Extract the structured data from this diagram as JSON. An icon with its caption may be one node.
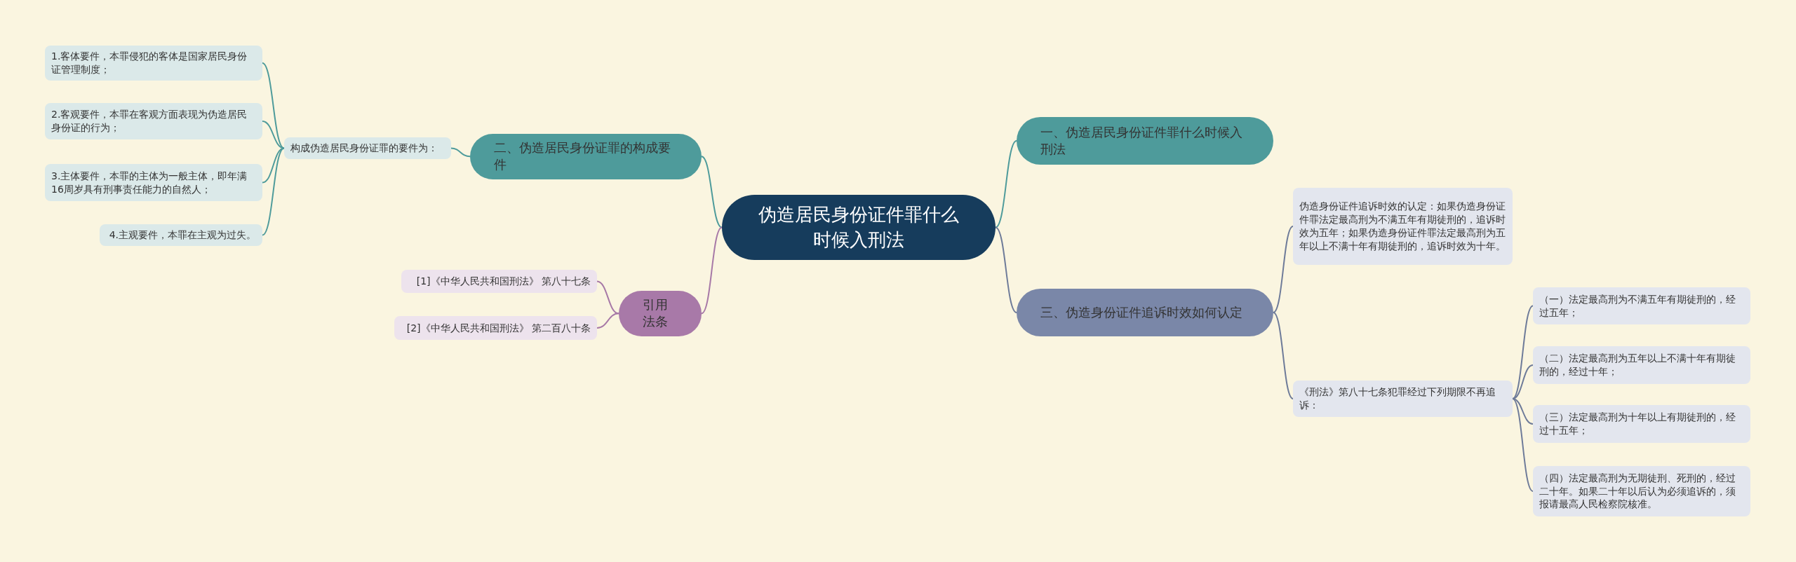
{
  "diagram": {
    "nodes": [
      {
        "text": [
          "伪造居民身份证件罪什么时候入刑法"
        ]
      },
      {
        "text": [
          "一、伪造居民身份证件罪什么时候入刑法"
        ]
      },
      {
        "text": [
          "二、伪造居民身份证罪的构成要件"
        ]
      },
      {
        "text": [
          "构成伪造居民身份证罪的要件为："
        ]
      },
      {
        "text": [
          "1.客体要件，本罪侵犯的客体是国家居民身份证管理制度；"
        ]
      },
      {
        "text": [
          "2.客观要件，本罪在客观方面表现为伪造居民身份证的行为；"
        ]
      },
      {
        "text": [
          "3.主体要件，本罪的主体为一般主体，即年满16周岁具有刑事责任能力的自然人；"
        ]
      },
      {
        "text": [
          "4.主观要件，本罪在主观为过失。"
        ]
      },
      {
        "text": [
          "引用法条"
        ]
      },
      {
        "text": [
          "[1]《中华人民共和国刑法》 第八十七条"
        ]
      },
      {
        "text": [
          "[2]《中华人民共和国刑法》 第二百八十条"
        ]
      },
      {
        "text": [
          "三、伪造身份证件追诉时效如何认定"
        ]
      },
      {
        "text": [
          "伪造身份证件追诉时效的认定：如果伪造身份证件罪法定最高刑为不满五年有期徒刑的，追诉时效为五年；如果伪造身份证件罪法定最高刑为五年以上不满十年有期徒刑的，追诉时效为十年。"
        ]
      },
      {
        "text": [
          "《刑法》第八十七条犯罪经过下列期限不再追诉："
        ]
      },
      {
        "text": [
          "（一）法定最高刑为不满五年有期徒刑的，经过五年；"
        ]
      },
      {
        "text": [
          "（二）法定最高刑为五年以上不满十年有期徒刑的，经过十年；"
        ]
      },
      {
        "text": [
          "（三）法定最高刑为十年以上有期徒刑的，经过十五年；"
        ]
      },
      {
        "text": [
          "（四）法定最高刑为无期徒刑、死刑的，经过二十年。如果二十年以后认为必须追诉的，须报请最高人民检察院核准。"
        ]
      }
    ],
    "edges": [
      {
        "from": 0,
        "to": 1,
        "arrow": "none"
      },
      {
        "from": 0,
        "to": 2,
        "arrow": "none"
      },
      {
        "from": 0,
        "to": 8,
        "arrow": "none",
        "color": "#a779a7"
      },
      {
        "from": 0,
        "to": 11,
        "arrow": "none",
        "color": "#6e7b99"
      },
      {
        "from": 2,
        "to": 3,
        "arrow": "none"
      },
      {
        "from": 3,
        "to": 4,
        "arrow": "none"
      },
      {
        "from": 3,
        "to": 5,
        "arrow": "none"
      },
      {
        "from": 3,
        "to": 6,
        "arrow": "none"
      },
      {
        "from": 3,
        "to": 7,
        "arrow": "none"
      },
      {
        "from": 8,
        "to": 9,
        "arrow": "none",
        "color": "#a779a7"
      },
      {
        "from": 8,
        "to": 10,
        "arrow": "none",
        "color": "#a779a7"
      },
      {
        "from": 11,
        "to": 12,
        "arrow": "none",
        "color": "#6e7b99"
      },
      {
        "from": 11,
        "to": 13,
        "arrow": "none",
        "color": "#6e7b99"
      },
      {
        "from": 13,
        "to": 14,
        "arrow": "none",
        "color": "#6e7b99"
      },
      {
        "from": 13,
        "to": 15,
        "arrow": "none",
        "color": "#6e7b99"
      },
      {
        "from": 13,
        "to": 16,
        "arrow": "none",
        "color": "#6e7b99"
      },
      {
        "from": 13,
        "to": 17,
        "arrow": "none",
        "color": "#6e7b99"
      }
    ]
  }
}
